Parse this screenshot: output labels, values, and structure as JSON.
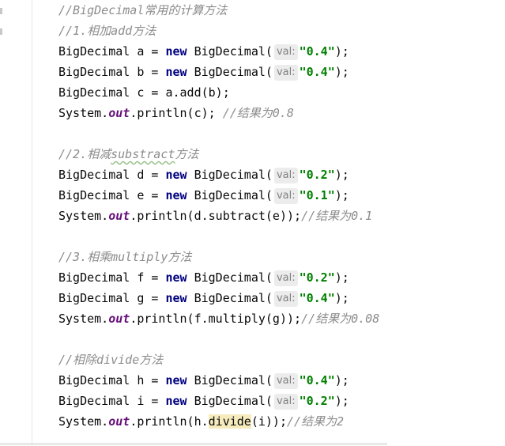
{
  "colors": {
    "keyword": "#000080",
    "string": "#008000",
    "static_field": "#660e7a",
    "comment": "#8c8c8c",
    "text": "#080808",
    "hint_bg": "#ececec",
    "highlight": "#f6ebbc"
  },
  "code": {
    "c_title": "//BigDecimal常用的计算方法",
    "c_add": "//1.相加add方法",
    "add": {
      "a_decl": "BigDecimal a = ",
      "a_new": "new",
      "a_type": " BigDecimal(",
      "a_hint": "val:",
      "a_val": "\"0.4\"",
      "a_end": ");",
      "b_decl": "BigDecimal b = ",
      "b_new": "new",
      "b_type": " BigDecimal(",
      "b_hint": "val:",
      "b_val": "\"0.4\"",
      "b_end": ");",
      "c_stmt": "BigDecimal c = a.add(b);",
      "print_sys": "System.",
      "print_out": "out",
      "print_rest": ".println(c); ",
      "print_cmt": "//结果为0.8"
    },
    "c_sub_prefix": "//2.相减",
    "c_sub_word": "substract",
    "c_sub_suffix": "方法",
    "sub": {
      "d_decl": "BigDecimal d = ",
      "d_new": "new",
      "d_type": " BigDecimal(",
      "d_hint": "val:",
      "d_val": "\"0.2\"",
      "d_end": ");",
      "e_decl": "BigDecimal e = ",
      "e_new": "new",
      "e_type": " BigDecimal(",
      "e_hint": "val:",
      "e_val": "\"0.1\"",
      "e_end": ");",
      "print_sys": "System.",
      "print_out": "out",
      "print_rest": ".println(d.subtract(e));",
      "print_cmt": "//结果为0.1"
    },
    "c_mul": "//3.相乘multiply方法",
    "mul": {
      "f_decl": "BigDecimal f = ",
      "f_new": "new",
      "f_type": " BigDecimal(",
      "f_hint": "val:",
      "f_val": "\"0.2\"",
      "f_end": ");",
      "g_decl": "BigDecimal g = ",
      "g_new": "new",
      "g_type": " BigDecimal(",
      "g_hint": "val:",
      "g_val": "\"0.4\"",
      "g_end": ");",
      "print_sys": "System.",
      "print_out": "out",
      "print_rest": ".println(f.multiply(g));",
      "print_cmt": "//结果为0.08"
    },
    "c_div": "//相除divide方法",
    "div": {
      "h_decl": "BigDecimal h = ",
      "h_new": "new",
      "h_type": " BigDecimal(",
      "h_hint": "val:",
      "h_val": "\"0.4\"",
      "h_end": ");",
      "i_decl": "BigDecimal i = ",
      "i_new": "new",
      "i_type": " BigDecimal(",
      "i_hint": "val:",
      "i_val": "\"0.2\"",
      "i_end": ");",
      "print_sys": "System.",
      "print_out": "out",
      "print_pre": ".println(h.",
      "print_method": "divide",
      "print_post": "(i));",
      "print_cmt": "//结果为2"
    }
  }
}
